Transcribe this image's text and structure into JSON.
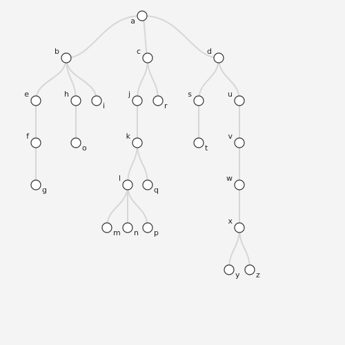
{
  "tree": {
    "root": "a",
    "nodes": [
      {
        "id": "a"
      },
      {
        "id": "b",
        "parent": "a"
      },
      {
        "id": "c",
        "parent": "a"
      },
      {
        "id": "d",
        "parent": "a"
      },
      {
        "id": "e",
        "parent": "b"
      },
      {
        "id": "h",
        "parent": "b"
      },
      {
        "id": "i",
        "parent": "b"
      },
      {
        "id": "f",
        "parent": "e"
      },
      {
        "id": "g",
        "parent": "f"
      },
      {
        "id": "o",
        "parent": "h"
      },
      {
        "id": "j",
        "parent": "c"
      },
      {
        "id": "r",
        "parent": "c"
      },
      {
        "id": "k",
        "parent": "j"
      },
      {
        "id": "l",
        "parent": "k"
      },
      {
        "id": "q",
        "parent": "k"
      },
      {
        "id": "m",
        "parent": "l"
      },
      {
        "id": "n",
        "parent": "l"
      },
      {
        "id": "p",
        "parent": "l"
      },
      {
        "id": "s",
        "parent": "d"
      },
      {
        "id": "u",
        "parent": "d"
      },
      {
        "id": "t",
        "parent": "s"
      },
      {
        "id": "v",
        "parent": "u"
      },
      {
        "id": "w",
        "parent": "v"
      },
      {
        "id": "x",
        "parent": "w"
      },
      {
        "id": "y",
        "parent": "x"
      },
      {
        "id": "z",
        "parent": "x"
      }
    ]
  }
}
